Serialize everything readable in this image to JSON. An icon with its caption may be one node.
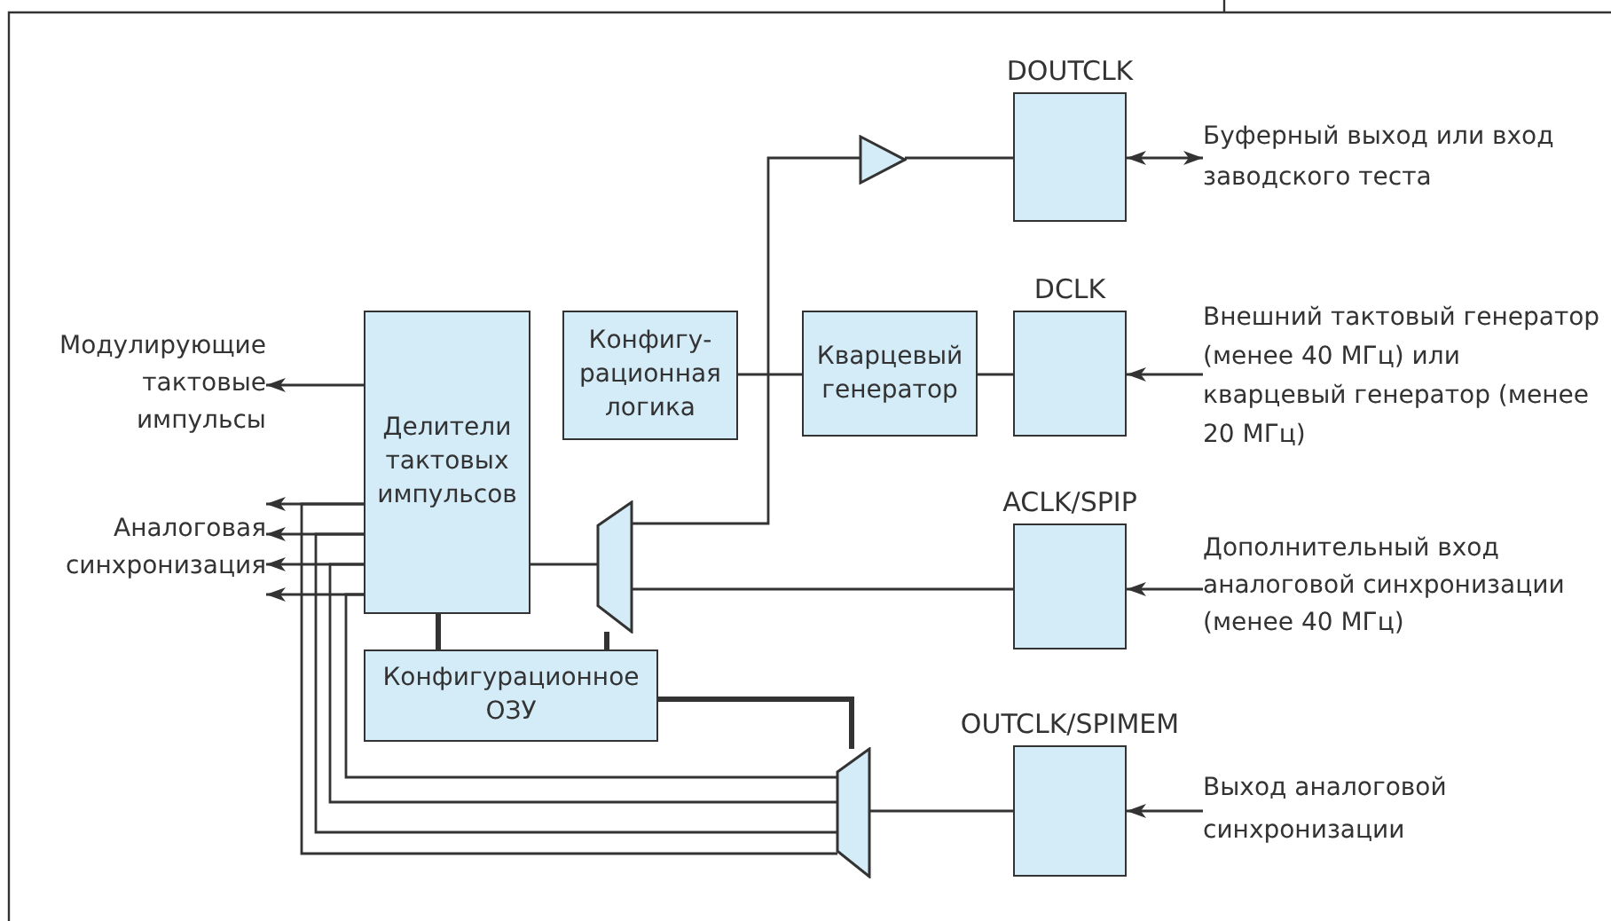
{
  "diagram": {
    "nodes": [
      {
        "text": [
          "Делители тактовых импульсов"
        ]
      },
      {
        "text": [
          "Конфигу- рационная логика"
        ]
      },
      {
        "text": [
          "Кварцевый генератор"
        ]
      },
      {
        "text": [
          "DCLK"
        ]
      },
      {
        "text": [
          "DOUTCLK"
        ]
      },
      {
        "text": [
          "ACLK/SPIP"
        ]
      },
      {
        "text": [
          "OUTCLK/SPIMEM"
        ]
      },
      {
        "text": [
          "Конфигурационное ОЗУ"
        ]
      },
      {
        "text": [],
        "shape": "triangle"
      },
      {
        "text": [],
        "shape": "trapezoid"
      },
      {
        "text": [],
        "shape": "trapezoid"
      },
      {
        "text": [
          "Модулирующие тактовые импульсы"
        ]
      },
      {
        "text": [
          "Аналоговая синхронизация"
        ]
      },
      {
        "text": [
          "Буферный выход или вход заводского теста"
        ]
      },
      {
        "text": [
          "Внешний тактовый генератор (менее 40 МГц) или кварцевый генератор (менее 20 МГц)"
        ]
      },
      {
        "text": [
          "Дополнительный вход аналоговой синхронизации (менее 40 МГц)"
        ]
      },
      {
        "text": [
          "Выход аналоговой синхронизации"
        ]
      }
    ],
    "edges": [
      {
        "from": 0,
        "to": 11,
        "arrow": "to"
      },
      {
        "from": 0,
        "to": 12,
        "arrow": "to"
      },
      {
        "from": 0,
        "to": 12,
        "arrow": "to"
      },
      {
        "from": 0,
        "to": 12,
        "arrow": "to"
      },
      {
        "from": 0,
        "to": 12,
        "arrow": "to"
      },
      {
        "from": 0,
        "to": 10,
        "arrow": "none"
      },
      {
        "from": 0,
        "to": 10,
        "arrow": "none"
      },
      {
        "from": 0,
        "to": 10,
        "arrow": "none"
      },
      {
        "from": 0,
        "to": 10,
        "arrow": "none"
      },
      {
        "from": 0,
        "to": 7,
        "arrow": "none",
        "style": "thick"
      },
      {
        "from": 7,
        "to": 9,
        "arrow": "none",
        "style": "thick"
      },
      {
        "from": 7,
        "to": 10,
        "arrow": "none",
        "style": "thick"
      },
      {
        "from": 0,
        "to": 9,
        "arrow": "none"
      },
      {
        "from": 9,
        "to": 8,
        "arrow": "none"
      },
      {
        "from": 8,
        "to": 4,
        "arrow": "none"
      },
      {
        "from": 1,
        "to": 2,
        "arrow": "none"
      },
      {
        "from": 2,
        "to": 3,
        "arrow": "none"
      },
      {
        "from": 5,
        "to": 9,
        "arrow": "none"
      },
      {
        "from": 10,
        "to": 6,
        "arrow": "none"
      },
      {
        "from": 4,
        "to": 13,
        "arrow": "both"
      },
      {
        "from": 14,
        "to": 3,
        "arrow": "to"
      },
      {
        "from": 15,
        "to": 5,
        "arrow": "to"
      },
      {
        "from": 16,
        "to": 6,
        "arrow": "to"
      }
    ]
  }
}
